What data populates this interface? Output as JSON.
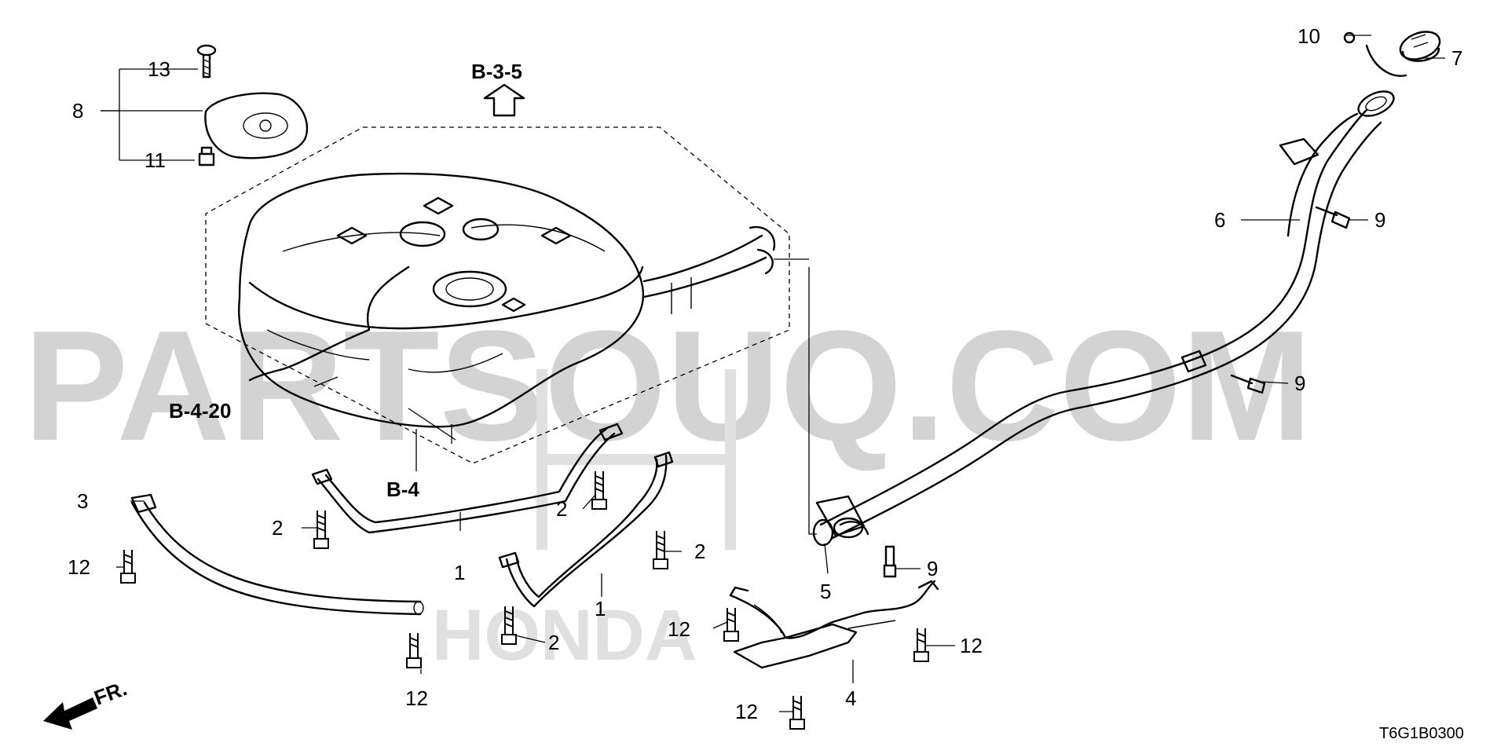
{
  "watermark": {
    "text": "PARTSOUQ.COM",
    "brand": "HONDA"
  },
  "references": {
    "upper": "B-3-5",
    "left": "B-4-20",
    "lower": "B-4"
  },
  "callouts": {
    "c13": "13",
    "c8": "8",
    "c11": "11",
    "c10": "10",
    "c7": "7",
    "c9a": "9",
    "c6": "6",
    "c9b": "9",
    "c3": "3",
    "c2a": "2",
    "c12a": "12",
    "c1a": "1",
    "c2b": "2",
    "c2c": "2",
    "c1b": "1",
    "c12b": "12",
    "c2d": "2",
    "c12c": "12",
    "c5": "5",
    "c9c": "9",
    "c12d": "12",
    "c4": "4",
    "c12e": "12"
  },
  "front_indicator": "FR.",
  "diagram_code": "T6G1B0300",
  "icons": {
    "front_arrow": "arrow-front-icon",
    "reference_arrow": "arrow-up-outline-icon"
  },
  "colors": {
    "line": "#000000",
    "watermark": "#d3d3d3",
    "background": "#ffffff"
  }
}
